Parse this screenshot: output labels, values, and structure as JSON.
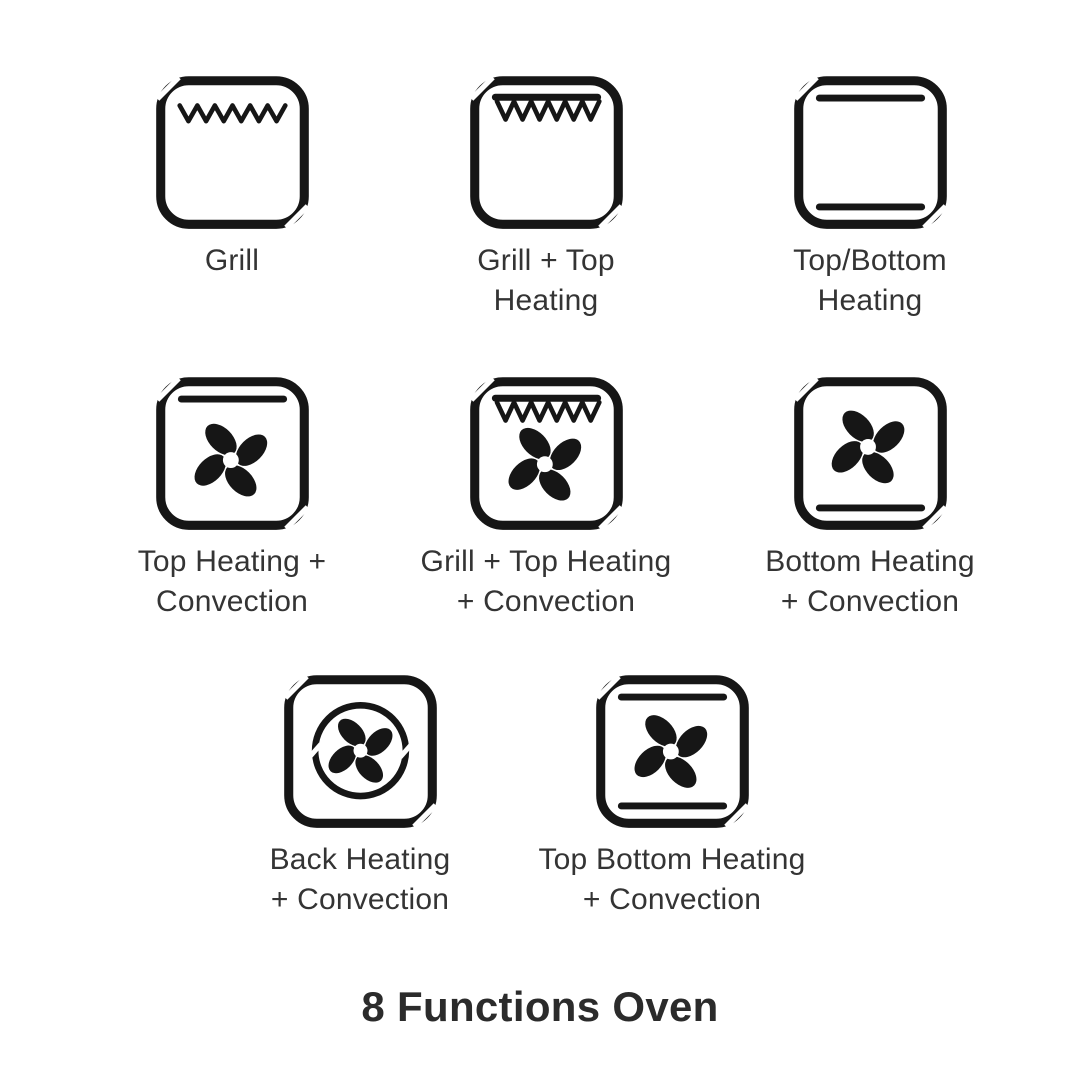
{
  "title": "8 Functions Oven",
  "colors": {
    "icon_line": "#161616",
    "label_text": "#343434",
    "title_text": "#2b2b2b",
    "background": "#ffffff"
  },
  "functions": [
    {
      "name": "grill",
      "label": "Grill",
      "icon": "grill-icon",
      "features": [
        "grill-zigzag"
      ]
    },
    {
      "name": "grill-top-heating",
      "label": "Grill + Top\nHeating",
      "icon": "grill-top-heating-icon",
      "features": [
        "top-bar",
        "grill-teeth"
      ]
    },
    {
      "name": "top-bottom-heating",
      "label": "Top/Bottom\nHeating",
      "icon": "top-bottom-heating-icon",
      "features": [
        "top-bar",
        "bottom-bar"
      ]
    },
    {
      "name": "top-heating-convection",
      "label": "Top Heating +\nConvection",
      "icon": "top-heating-convection-icon",
      "features": [
        "top-bar",
        "fan"
      ]
    },
    {
      "name": "grill-top-heating-convection",
      "label": "Grill + Top Heating\n+ Convection",
      "icon": "grill-top-heating-convection-icon",
      "features": [
        "top-bar",
        "grill-teeth",
        "fan"
      ]
    },
    {
      "name": "bottom-heating-convection",
      "label": "Bottom Heating\n+ Convection",
      "icon": "bottom-heating-convection-icon",
      "features": [
        "bottom-bar",
        "fan"
      ]
    },
    {
      "name": "back-heating-convection",
      "label": "Back Heating\n+ Convection",
      "icon": "back-heating-convection-icon",
      "features": [
        "fan-in-ring"
      ]
    },
    {
      "name": "top-bottom-heating-convection",
      "label": "Top Bottom Heating\n+ Convection",
      "icon": "top-bottom-heating-convection-icon",
      "features": [
        "top-bar",
        "bottom-bar",
        "fan"
      ]
    }
  ]
}
